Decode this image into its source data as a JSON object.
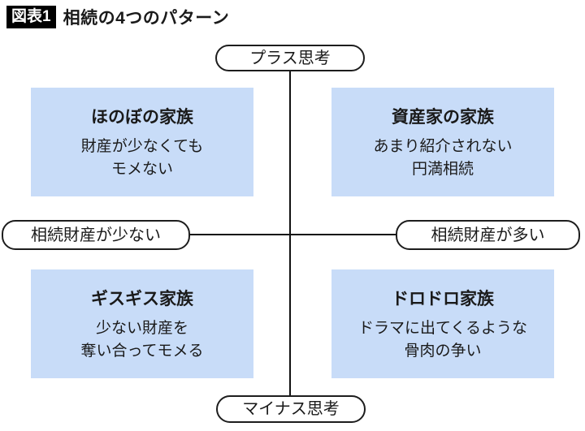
{
  "header": {
    "badge": "図表1",
    "title": "相続の4つのパターン"
  },
  "axes": {
    "top": "プラス思考",
    "bottom": "マイナス思考",
    "left": "相続財産が少ない",
    "right": "相続財産が多い"
  },
  "quadrants": [
    {
      "position": "top-left",
      "title": "ほのぼの家族",
      "desc": "財産が少なくても\nモメない"
    },
    {
      "position": "top-right",
      "title": "資産家の家族",
      "desc": "あまり紹介されない\n円満相続"
    },
    {
      "position": "bottom-left",
      "title": "ギスギス家族",
      "desc": "少ない財産を\n奪い合ってモメる"
    },
    {
      "position": "bottom-right",
      "title": "ドロドロ家族",
      "desc": "ドラマに出てくるような\n骨肉の争い"
    }
  ],
  "colors": {
    "quadrant_fill": "#c8dcf8",
    "line": "#111111",
    "pill_border": "#1d1d1d",
    "badge_bg": "#000000",
    "badge_text": "#ffffff"
  }
}
